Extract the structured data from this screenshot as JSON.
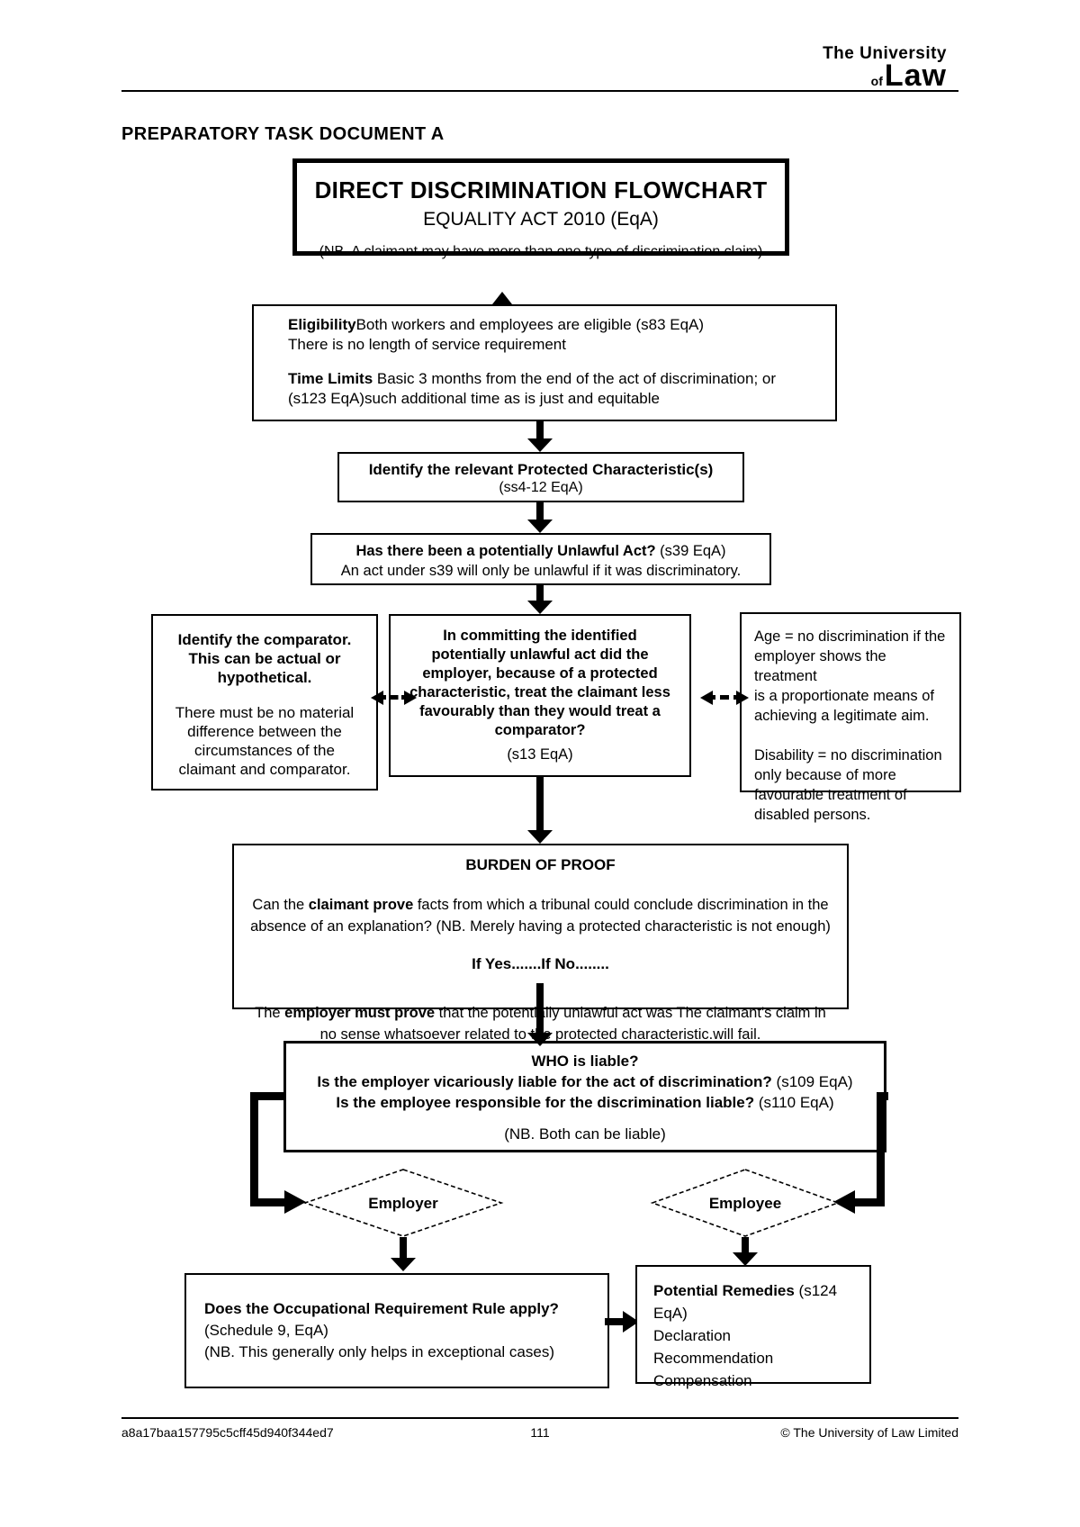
{
  "header": {
    "brand_top": "The University",
    "brand_of": "of",
    "brand_law": "Law",
    "doc_heading": "PREPARATORY TASK DOCUMENT A"
  },
  "flowchart": {
    "title_box": {
      "title": "DIRECT DISCRIMINATION FLOWCHART",
      "subtitle": "EQUALITY ACT 2010 (EqA)"
    },
    "nb_claim": "(NB. A claimant may have more than one type of discrimination claim)",
    "eligibility": {
      "bold1": "Eligibility",
      "rest1": "Both workers and employees are eligible (s83 EqA)",
      "line2": "There is no length of service requirement",
      "bold2": "Time Limits",
      "rest2": " Basic 3 months from the end of the act of discrimination; or",
      "line3": "(s123 EqA)such additional time as is just and equitable"
    },
    "protected": {
      "title": "Identify the relevant Protected Characteristic(s)",
      "cite": "(ss4-12 EqA)"
    },
    "unlawful": {
      "question": "Has there been a potentially Unlawful Act?",
      "cite": " (s39 EqA)",
      "line2": "An act under s39 will only be unlawful if it was discriminatory."
    },
    "comparator": {
      "bold_lines": [
        "Identify the comparator.",
        "This can be actual or",
        "hypothetical."
      ],
      "body_lines": [
        "There must be no material",
        "difference between the",
        "circumstances of the",
        "claimant and comparator."
      ]
    },
    "core": {
      "bold_lines": [
        "In committing the identified",
        "potentially unlawful act did the",
        "employer, because of a protected",
        "characteristic, treat the claimant less",
        "favourably than they would treat a",
        "comparator?"
      ],
      "cite": "(s13 EqA)"
    },
    "defences": {
      "age_lines": [
        "Age = no discrimination if the",
        "employer shows the treatment",
        "is a proportionate means of",
        "achieving a legitimate aim."
      ],
      "disability_lines": [
        "Disability = no discrimination",
        "only because of more",
        "favourable treatment of",
        "disabled persons."
      ]
    },
    "burden": {
      "title": "BURDEN OF PROOF",
      "l1_pre": "Can the ",
      "l1_bold": "claimant prove",
      "l1_post": " facts from which a tribunal could conclude discrimination in the",
      "l2": "absence of an explanation? (NB. Merely having a protected characteristic is not enough)",
      "yesno": "If Yes.......If No........"
    },
    "below_burden": {
      "l1_pre": "The ",
      "l1_bold": "employer must prove",
      "l1_post": " that the potentially unlawful act was The claimant's claim in",
      "l2": "no sense whatsoever related to the protected characteristic.will fail."
    },
    "who": {
      "title": "WHO is liable?",
      "q1": "Is the employer vicariously liable for the act of discrimination?",
      "q1_cite": " (s109 EqA)",
      "q2": "Is the employee responsible for the discrimination liable?",
      "q2_cite": " (s110 EqA)",
      "nb": "(NB. Both can be liable)"
    },
    "diamonds": {
      "employer": "Employer",
      "employee": "Employee"
    },
    "occupational": {
      "question": "Does the Occupational Requirement Rule apply?",
      "line2": "(Schedule 9, EqA)",
      "line3": "(NB. This generally only helps in exceptional cases)"
    },
    "remedies": {
      "bold": "Potential Remedies",
      "cite": " (s124 EqA)",
      "items": [
        "Declaration",
        "Recommendation",
        "Compensation"
      ]
    }
  },
  "footer": {
    "hash": "a8a17baa157795c5cff45d940f344ed7",
    "page_number": "111",
    "copyright": "© The University of Law Limited"
  }
}
